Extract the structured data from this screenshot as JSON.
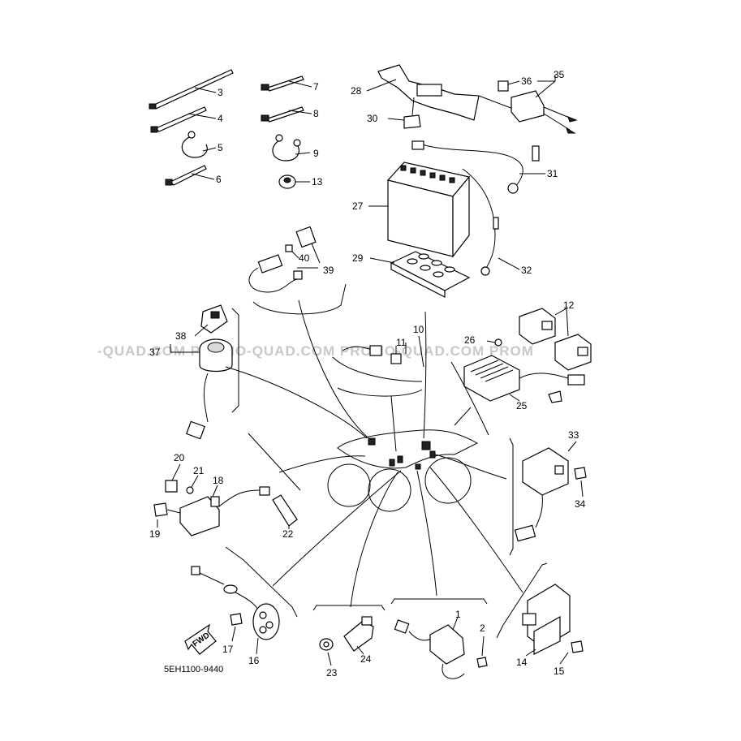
{
  "diagram": {
    "code": "5EH1100-9440",
    "watermark": "-QUAD.COM PROMO-QUAD.COM PROMO-QUAD.COM PROM",
    "fwd_label": "FWD",
    "parts": [
      {
        "id": "p1",
        "label": "1"
      },
      {
        "id": "p2",
        "label": "2"
      },
      {
        "id": "p3",
        "label": "3"
      },
      {
        "id": "p4",
        "label": "4"
      },
      {
        "id": "p5",
        "label": "5"
      },
      {
        "id": "p6",
        "label": "6"
      },
      {
        "id": "p7",
        "label": "7"
      },
      {
        "id": "p8",
        "label": "8"
      },
      {
        "id": "p9",
        "label": "9"
      },
      {
        "id": "p10",
        "label": "10"
      },
      {
        "id": "p11",
        "label": "11"
      },
      {
        "id": "p12",
        "label": "12"
      },
      {
        "id": "p13",
        "label": "13"
      },
      {
        "id": "p14",
        "label": "14"
      },
      {
        "id": "p15",
        "label": "15"
      },
      {
        "id": "p16",
        "label": "16"
      },
      {
        "id": "p17",
        "label": "17"
      },
      {
        "id": "p18",
        "label": "18"
      },
      {
        "id": "p19",
        "label": "19"
      },
      {
        "id": "p20",
        "label": "20"
      },
      {
        "id": "p21",
        "label": "21"
      },
      {
        "id": "p22",
        "label": "22"
      },
      {
        "id": "p23",
        "label": "23"
      },
      {
        "id": "p24",
        "label": "24"
      },
      {
        "id": "p25",
        "label": "25"
      },
      {
        "id": "p26",
        "label": "26"
      },
      {
        "id": "p27",
        "label": "27"
      },
      {
        "id": "p28",
        "label": "28"
      },
      {
        "id": "p29",
        "label": "29"
      },
      {
        "id": "p30",
        "label": "30"
      },
      {
        "id": "p31",
        "label": "31"
      },
      {
        "id": "p32",
        "label": "32"
      },
      {
        "id": "p33",
        "label": "33"
      },
      {
        "id": "p34",
        "label": "34"
      },
      {
        "id": "p35",
        "label": "35"
      },
      {
        "id": "p36",
        "label": "36"
      },
      {
        "id": "p37",
        "label": "37"
      },
      {
        "id": "p38",
        "label": "38"
      },
      {
        "id": "p39",
        "label": "39"
      },
      {
        "id": "p40",
        "label": "40"
      }
    ]
  }
}
